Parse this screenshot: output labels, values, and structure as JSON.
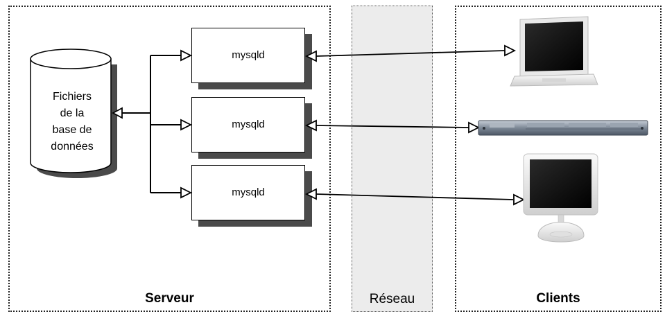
{
  "zones": {
    "serveur": "Serveur",
    "reseau": "Réseau",
    "clients": "Clients"
  },
  "database": {
    "line1": "Fichiers",
    "line2": "de la",
    "line3": "base de",
    "line4": "données"
  },
  "processes": [
    "mysqld",
    "mysqld",
    "mysqld"
  ],
  "client_icons": [
    "laptop-icon",
    "rack-server-icon",
    "imac-icon"
  ]
}
